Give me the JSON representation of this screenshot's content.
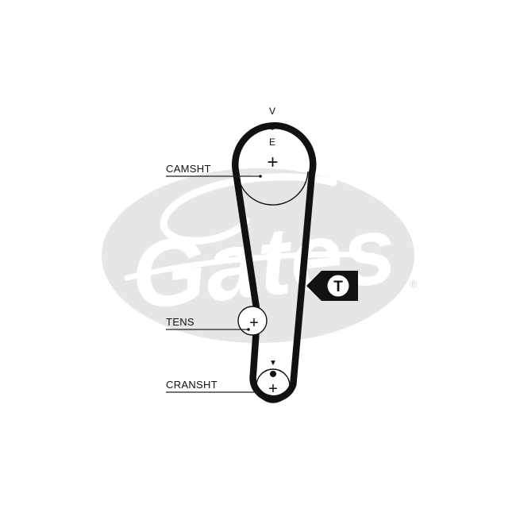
{
  "brand": {
    "logo_text": "Gates",
    "registered_mark": "®",
    "logo_color": "#e6e6e6"
  },
  "colors": {
    "belt": "#111111",
    "line": "#222222",
    "badge_bg": "#111111",
    "badge_fg": "#ffffff"
  },
  "diagram": {
    "timing_marks": {
      "top_letter": "V",
      "cam_letter": "E",
      "crank_arrow": "▼"
    },
    "labels": {
      "camshaft": "CAMSHT",
      "tensioner": "TENS",
      "crankshaft": "CRANSHT"
    },
    "badge_text": "T",
    "center_symbol": "+"
  }
}
